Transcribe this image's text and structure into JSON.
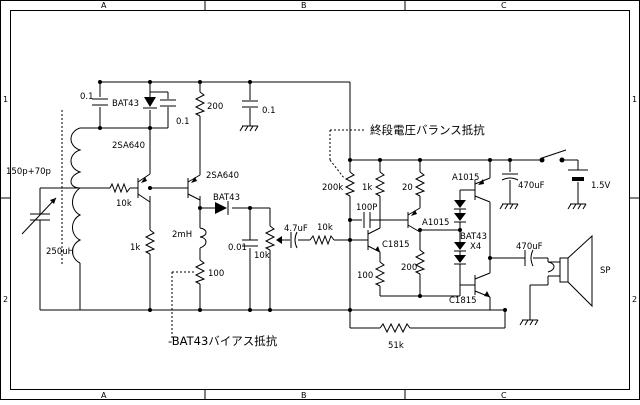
{
  "frame": {
    "top_zones": [
      "A",
      "B",
      "C"
    ],
    "bottom_zones": [
      "A",
      "B",
      "C"
    ],
    "left_zones": [
      "1",
      "2"
    ],
    "right_zones": [
      "1",
      "2"
    ]
  },
  "labels": {
    "c_top_left": "0.1",
    "diode_top": "BAT43",
    "c_top_mid": "0.1",
    "r_200_top": "200",
    "c_top_right": "0.1",
    "q1": "2SA640",
    "tune_cap": "150p+70p",
    "r_10k_left": "10k",
    "q2": "2SA640",
    "diode_mid": "BAT43",
    "inductor_2mh": "2mH",
    "r_1k_left": "1k",
    "coil": "250uH",
    "c_001": "0.01",
    "pot_10k": "10k",
    "c_47uf": "4.7uF",
    "r_10k_mid": "10k",
    "r_100_left": "100",
    "r_200k": "200k",
    "r_1k_mid": "1k",
    "r_20": "20",
    "c_100p": "100P",
    "q_a1015_mid": "A1015",
    "q_c1815_left": "C1815",
    "r_100_mid": "100",
    "r_200_mid": "200",
    "q_a1015_right": "A1015",
    "c_470uf_top": "470uF",
    "battery": "1.5V",
    "diode_stack": "BAT43",
    "diode_stack_count": "X4",
    "c_470uf_out": "470uF",
    "q_c1815_right": "C1815",
    "speaker": "SP",
    "r_51k": "51k",
    "note_balance": "終段電圧バランス抵抗",
    "note_bias": "BAT43バイアス抵抗"
  }
}
